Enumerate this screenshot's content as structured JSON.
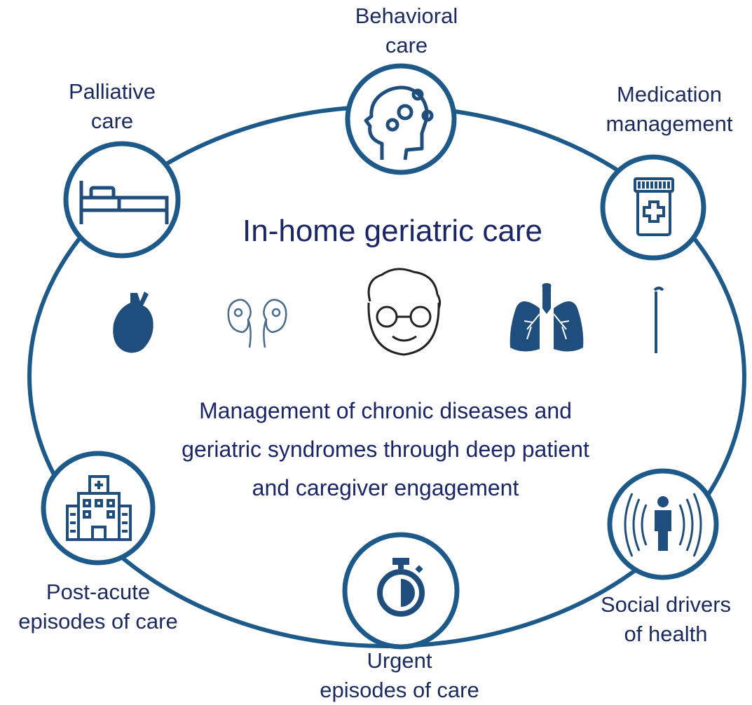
{
  "title": "In-home geriatric care",
  "description_lines": [
    "Management of chronic diseases and",
    "geriatric syndromes through deep patient",
    "and caregiver engagement"
  ],
  "nodes": [
    {
      "id": "behavioral",
      "lines": [
        "Behavioral",
        "care"
      ],
      "icon": "head-gears-icon"
    },
    {
      "id": "medication",
      "lines": [
        "Medication",
        "management"
      ],
      "icon": "pill-bottle-icon"
    },
    {
      "id": "social",
      "lines": [
        "Social drivers",
        "of health"
      ],
      "icon": "person-signal-icon"
    },
    {
      "id": "urgent",
      "lines": [
        "Urgent",
        "episodes of care"
      ],
      "icon": "stopwatch-icon"
    },
    {
      "id": "postacute",
      "lines": [
        "Post-acute",
        "episodes of care"
      ],
      "icon": "hospital-icon"
    },
    {
      "id": "palliative",
      "lines": [
        "Palliative",
        "care"
      ],
      "icon": "bed-icon"
    }
  ],
  "center_icons": [
    "heart-icon",
    "kidneys-icon",
    "elder-face-icon",
    "lungs-icon",
    "cane-icon"
  ],
  "colors": {
    "ring": "#1d5a8a",
    "icon": "#1f4e7d",
    "text": "#1b2666"
  }
}
